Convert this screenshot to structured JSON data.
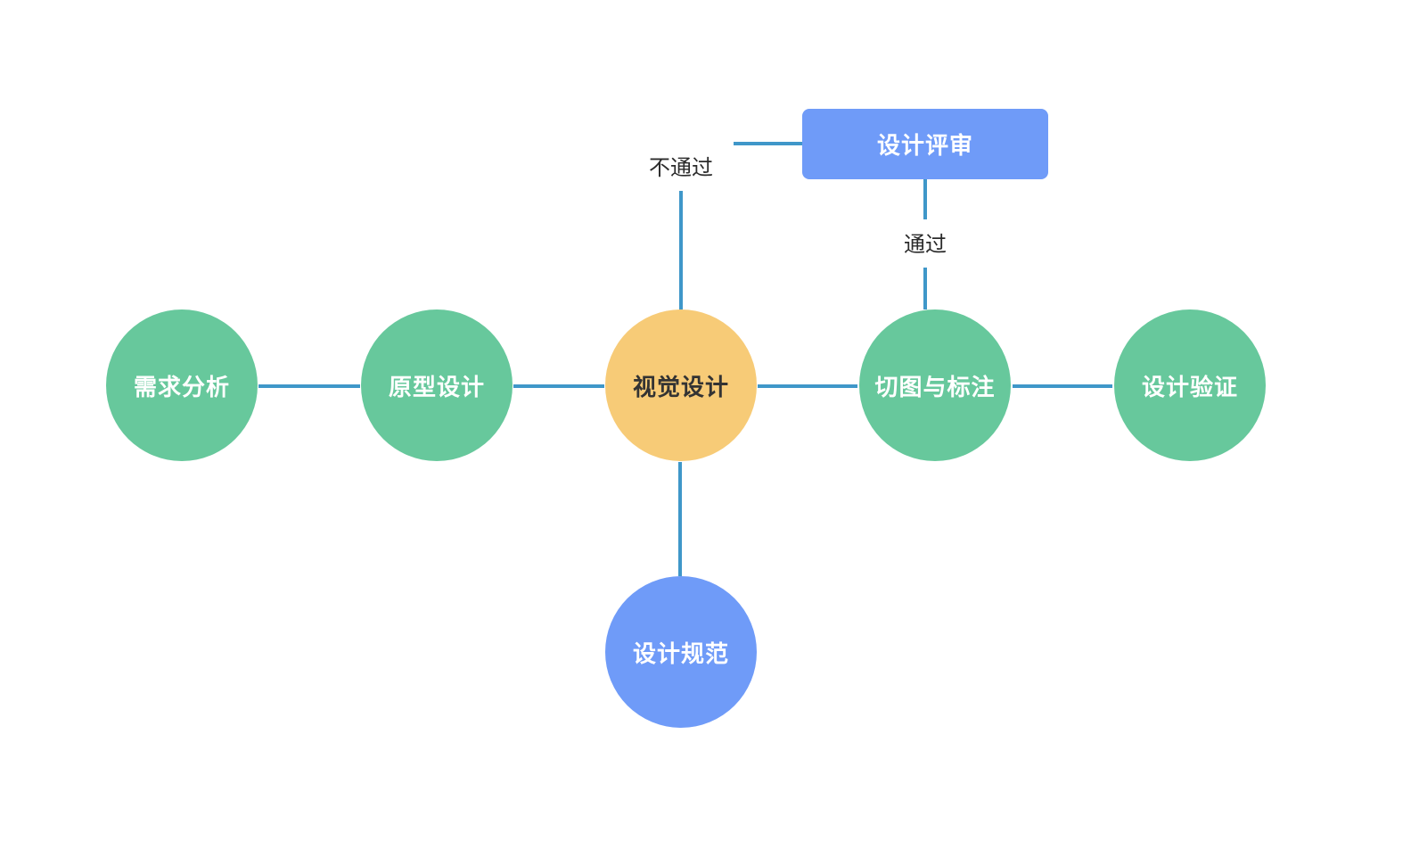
{
  "colors": {
    "green": "#67c89c",
    "yellow": "#f7cb77",
    "blue": "#6f9bf8",
    "connector": "#3f97c9",
    "center_text": "#333333"
  },
  "nodes": {
    "requirement_analysis": "需求分析",
    "prototype_design": "原型设计",
    "visual_design": "视觉设计",
    "slicing_annotation": "切图与标注",
    "design_verification": "设计验证",
    "design_spec": "设计规范",
    "design_review": "设计评审"
  },
  "edge_labels": {
    "fail": "不通过",
    "pass": "通过"
  }
}
